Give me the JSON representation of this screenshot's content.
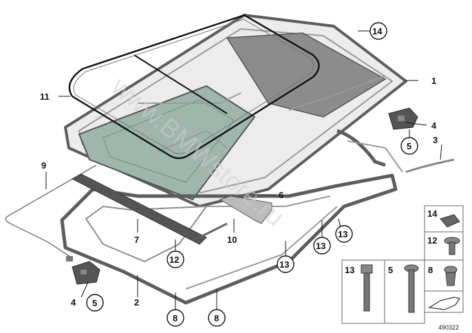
{
  "callouts": {
    "c1": "1",
    "c2": "2",
    "c3": "3",
    "c4a": "4",
    "c4b": "4",
    "c5a": "5",
    "c5b": "5",
    "c6": "6",
    "c7": "7",
    "c8a": "8",
    "c8b": "8",
    "c9": "9",
    "c10": "10",
    "c11": "11",
    "c12": "12",
    "c13a": "13",
    "c13b": "13",
    "c13c": "13",
    "c14": "14"
  },
  "legend": {
    "b14": "14",
    "b12": "12",
    "b13": "13",
    "b5": "5",
    "b8": "8"
  },
  "watermark": "www.BMWstore.ru",
  "reference_number": "490322",
  "colors": {
    "glass": "#9fb6ac",
    "frame": "#5d5d5d",
    "line": "#111111"
  }
}
